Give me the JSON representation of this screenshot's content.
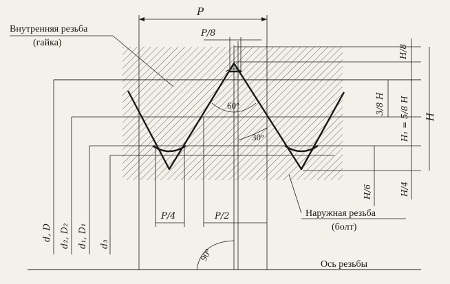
{
  "labels": {
    "internal_thread_line1": "Внутренняя резьба",
    "internal_thread_line2": "(гайка)",
    "external_thread_line1": "Наружная резьба",
    "external_thread_line2": "(болт)",
    "thread_axis": "Ось резьбы"
  },
  "dimensions": {
    "pitch": "P",
    "p_over_8": "P/8",
    "p_over_4": "P/4",
    "p_over_2": "P/2",
    "h_over_8": "H/8",
    "three_eighths_h": "3/8 H",
    "h1_eq": "H₁ = 5/8 H",
    "h": "H",
    "h_over_6": "H/6",
    "h_over_4": "H/4",
    "angle_60": "60°",
    "angle_30": "30°",
    "angle_90": "90°",
    "d_D": "d, D",
    "d2_D2": "d₂, D₂",
    "d1_D1": "d₁, D₁",
    "d3": "d₃"
  },
  "colors": {
    "ink": "#1a1a1a",
    "paper": "#f4f1ea",
    "hatch": "#5a5a5a"
  }
}
